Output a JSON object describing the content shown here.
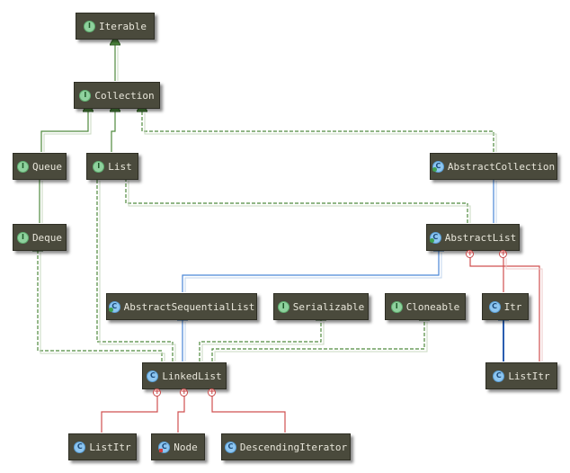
{
  "nodes": [
    {
      "id": "iterable",
      "label": "Iterable",
      "kind": "interface",
      "icon_letter": "I"
    },
    {
      "id": "collection",
      "label": "Collection",
      "kind": "interface",
      "icon_letter": "I"
    },
    {
      "id": "queue",
      "label": "Queue",
      "kind": "interface",
      "icon_letter": "I"
    },
    {
      "id": "list",
      "label": "List",
      "kind": "interface",
      "icon_letter": "I"
    },
    {
      "id": "abstract-collection",
      "label": "AbstractCollection",
      "kind": "abstract-class",
      "icon_letter": "C"
    },
    {
      "id": "deque",
      "label": "Deque",
      "kind": "interface",
      "icon_letter": "I"
    },
    {
      "id": "abstract-list",
      "label": "AbstractList",
      "kind": "abstract-class",
      "icon_letter": "C"
    },
    {
      "id": "abstract-sequential-list",
      "label": "AbstractSequentialList",
      "kind": "abstract-class",
      "icon_letter": "C"
    },
    {
      "id": "serializable",
      "label": "Serializable",
      "kind": "interface",
      "icon_letter": "I"
    },
    {
      "id": "cloneable",
      "label": "Cloneable",
      "kind": "interface",
      "icon_letter": "I"
    },
    {
      "id": "itr",
      "label": "Itr",
      "kind": "class",
      "icon_letter": "C"
    },
    {
      "id": "linked-list",
      "label": "LinkedList",
      "kind": "class",
      "icon_letter": "C"
    },
    {
      "id": "abstract-list-list-itr",
      "label": "ListItr",
      "kind": "class",
      "icon_letter": "C"
    },
    {
      "id": "linked-list-list-itr",
      "label": "ListItr",
      "kind": "class",
      "icon_letter": "C"
    },
    {
      "id": "node",
      "label": "Node",
      "kind": "private-class",
      "icon_letter": "C"
    },
    {
      "id": "descending-iterator",
      "label": "DescendingIterator",
      "kind": "class",
      "icon_letter": "C"
    }
  ],
  "legend_colors": {
    "interface_extends": "#3f8f3f",
    "implements": "#3f8f3f",
    "class_extends": "#4a86d6",
    "inner_class": "#d05050",
    "node_fill": "#4a4a3c",
    "node_text": "#e8e6da"
  }
}
